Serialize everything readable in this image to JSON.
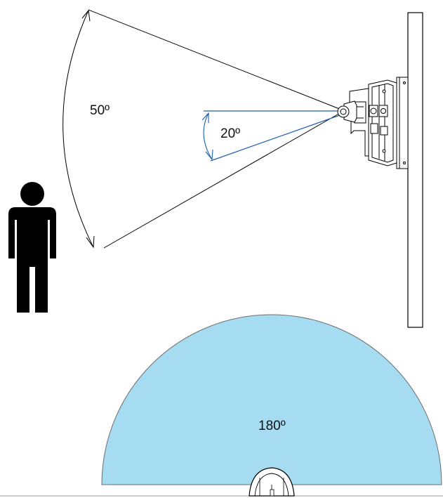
{
  "labels": {
    "wide_angle": "50º",
    "narrow_angle": "20º",
    "horizontal_angle": "180º"
  },
  "colors": {
    "wide_lines": "#000000",
    "narrow_lines": "#1f5fb0",
    "coverage_fill": "#a6dcf2",
    "coverage_stroke": "#6e6e6e",
    "person": "#000000",
    "wall": "#ffffff"
  },
  "icons": {
    "person": "person-icon",
    "sensor_side": "sensor-side-view-icon",
    "sensor_top": "sensor-top-view-icon"
  }
}
